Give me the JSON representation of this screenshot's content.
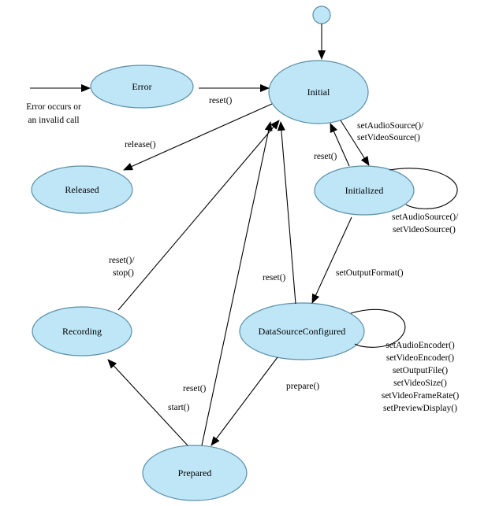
{
  "states": {
    "error": "Error",
    "initial": "Initial",
    "released": "Released",
    "initialized": "Initialized",
    "recording": "Recording",
    "datasourceconfigured": "DataSourceConfigured",
    "prepared": "Prepared"
  },
  "edge_labels": {
    "error_note_1": "Error occurs or",
    "error_note_2": "an invalid call",
    "error_reset": "reset()",
    "release": "release()",
    "set_source_1_line1": "setAudioSource()/",
    "set_source_1_line2": "setVideoSource()",
    "initialized_reset": "reset()",
    "set_source_2_line1": "setAudioSource()/",
    "set_source_2_line2": "setVideoSource()",
    "set_output_format": "setOutputFormat()",
    "recording_reset_stop_1": "reset()/",
    "recording_reset_stop_2": "stop()",
    "dsc_reset": "reset()",
    "dsc_self_1": "setAudioEncoder()",
    "dsc_self_2": "setVideoEncoder()",
    "dsc_self_3": "setOutputFile()",
    "dsc_self_4": "setVideoSize()",
    "dsc_self_5": "setVideoFrameRate()",
    "dsc_self_6": "setPreviewDisplay()",
    "prepare": "prepare()",
    "prepared_reset": "reset()",
    "start": "start()"
  },
  "colors": {
    "state_fill": "#bfe6f7",
    "state_stroke": "#5a8fa8",
    "edge": "#000000"
  }
}
